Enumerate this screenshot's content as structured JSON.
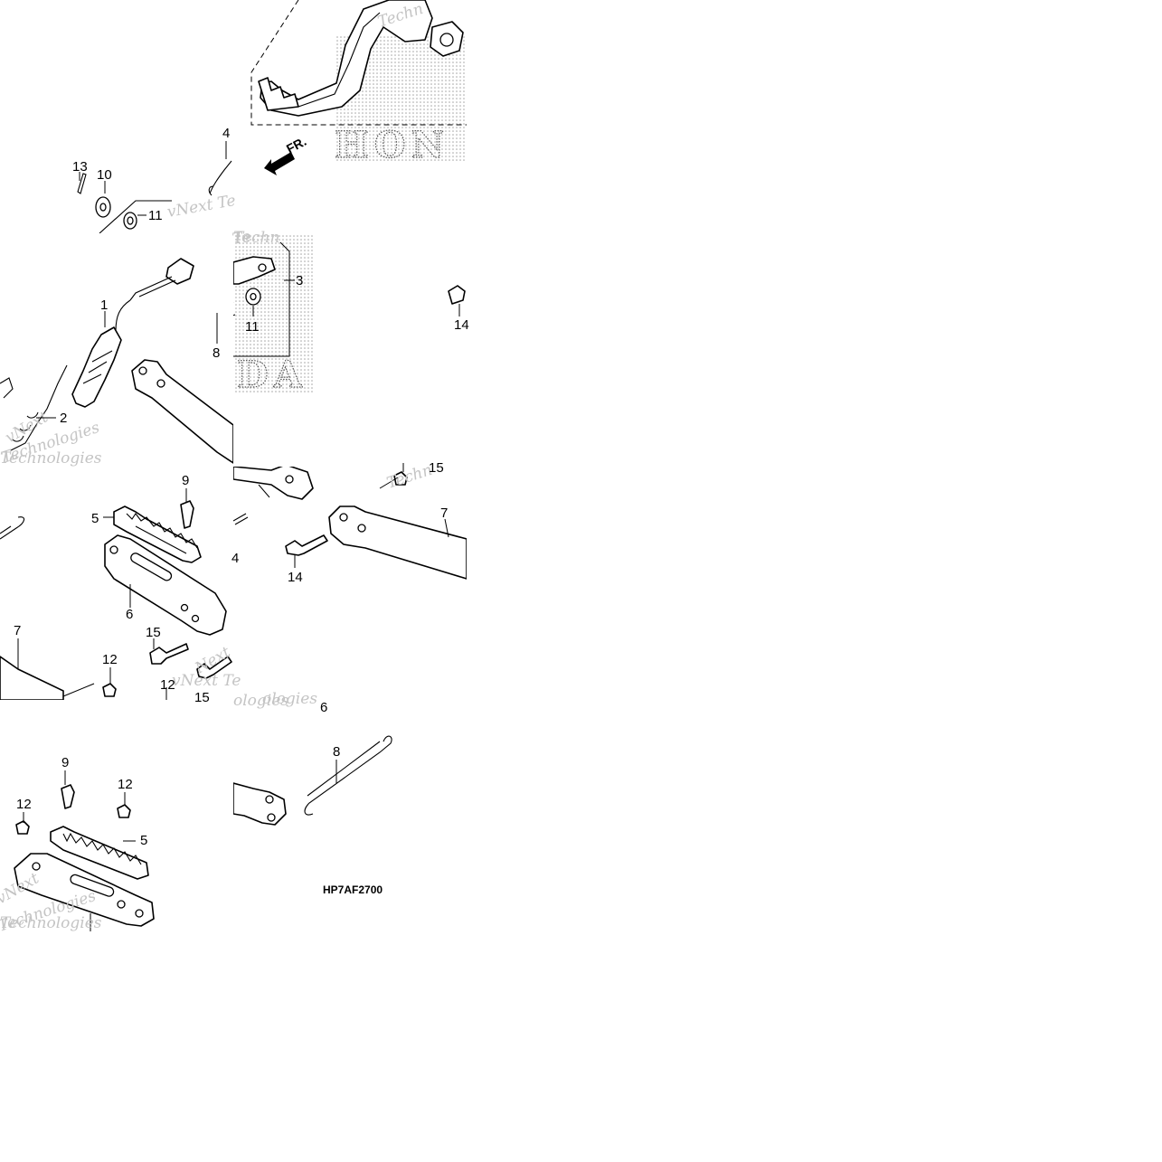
{
  "diagram": {
    "code": "HP7AF2700",
    "direction_label": "FR.",
    "brand_text_top": "HON",
    "brand_text_mid": "DA",
    "watermarks": {
      "w1": "vNext",
      "w2": "Technologies",
      "w3": "vNext Te",
      "w4": "Technologies",
      "w5": "vNext",
      "w6": "Technologies",
      "w7": "vNext Te",
      "w8": "ologies",
      "w9": "Techn",
      "w10": "Techn",
      "w11": "Next",
      "w12": "Technologies",
      "w13": "Te",
      "w14": "ologies"
    },
    "callouts": {
      "c1": "1",
      "c2": "2",
      "c3": "3",
      "c4": "4",
      "c4b": "4",
      "c5a": "5",
      "c5b": "5",
      "c6a": "6",
      "c6b": "6",
      "c7a": "7",
      "c7b": "7",
      "c8a": "8",
      "c8b": "8",
      "c9a": "9",
      "c9b": "9",
      "c10": "10",
      "c11a": "11",
      "c11b": "11",
      "c12a": "12",
      "c12b": "12",
      "c12c": "12",
      "c12d": "12",
      "c13": "13",
      "c14a": "14",
      "c14b": "14",
      "c15a": "15",
      "c15b": "15",
      "c15c": "15"
    }
  }
}
